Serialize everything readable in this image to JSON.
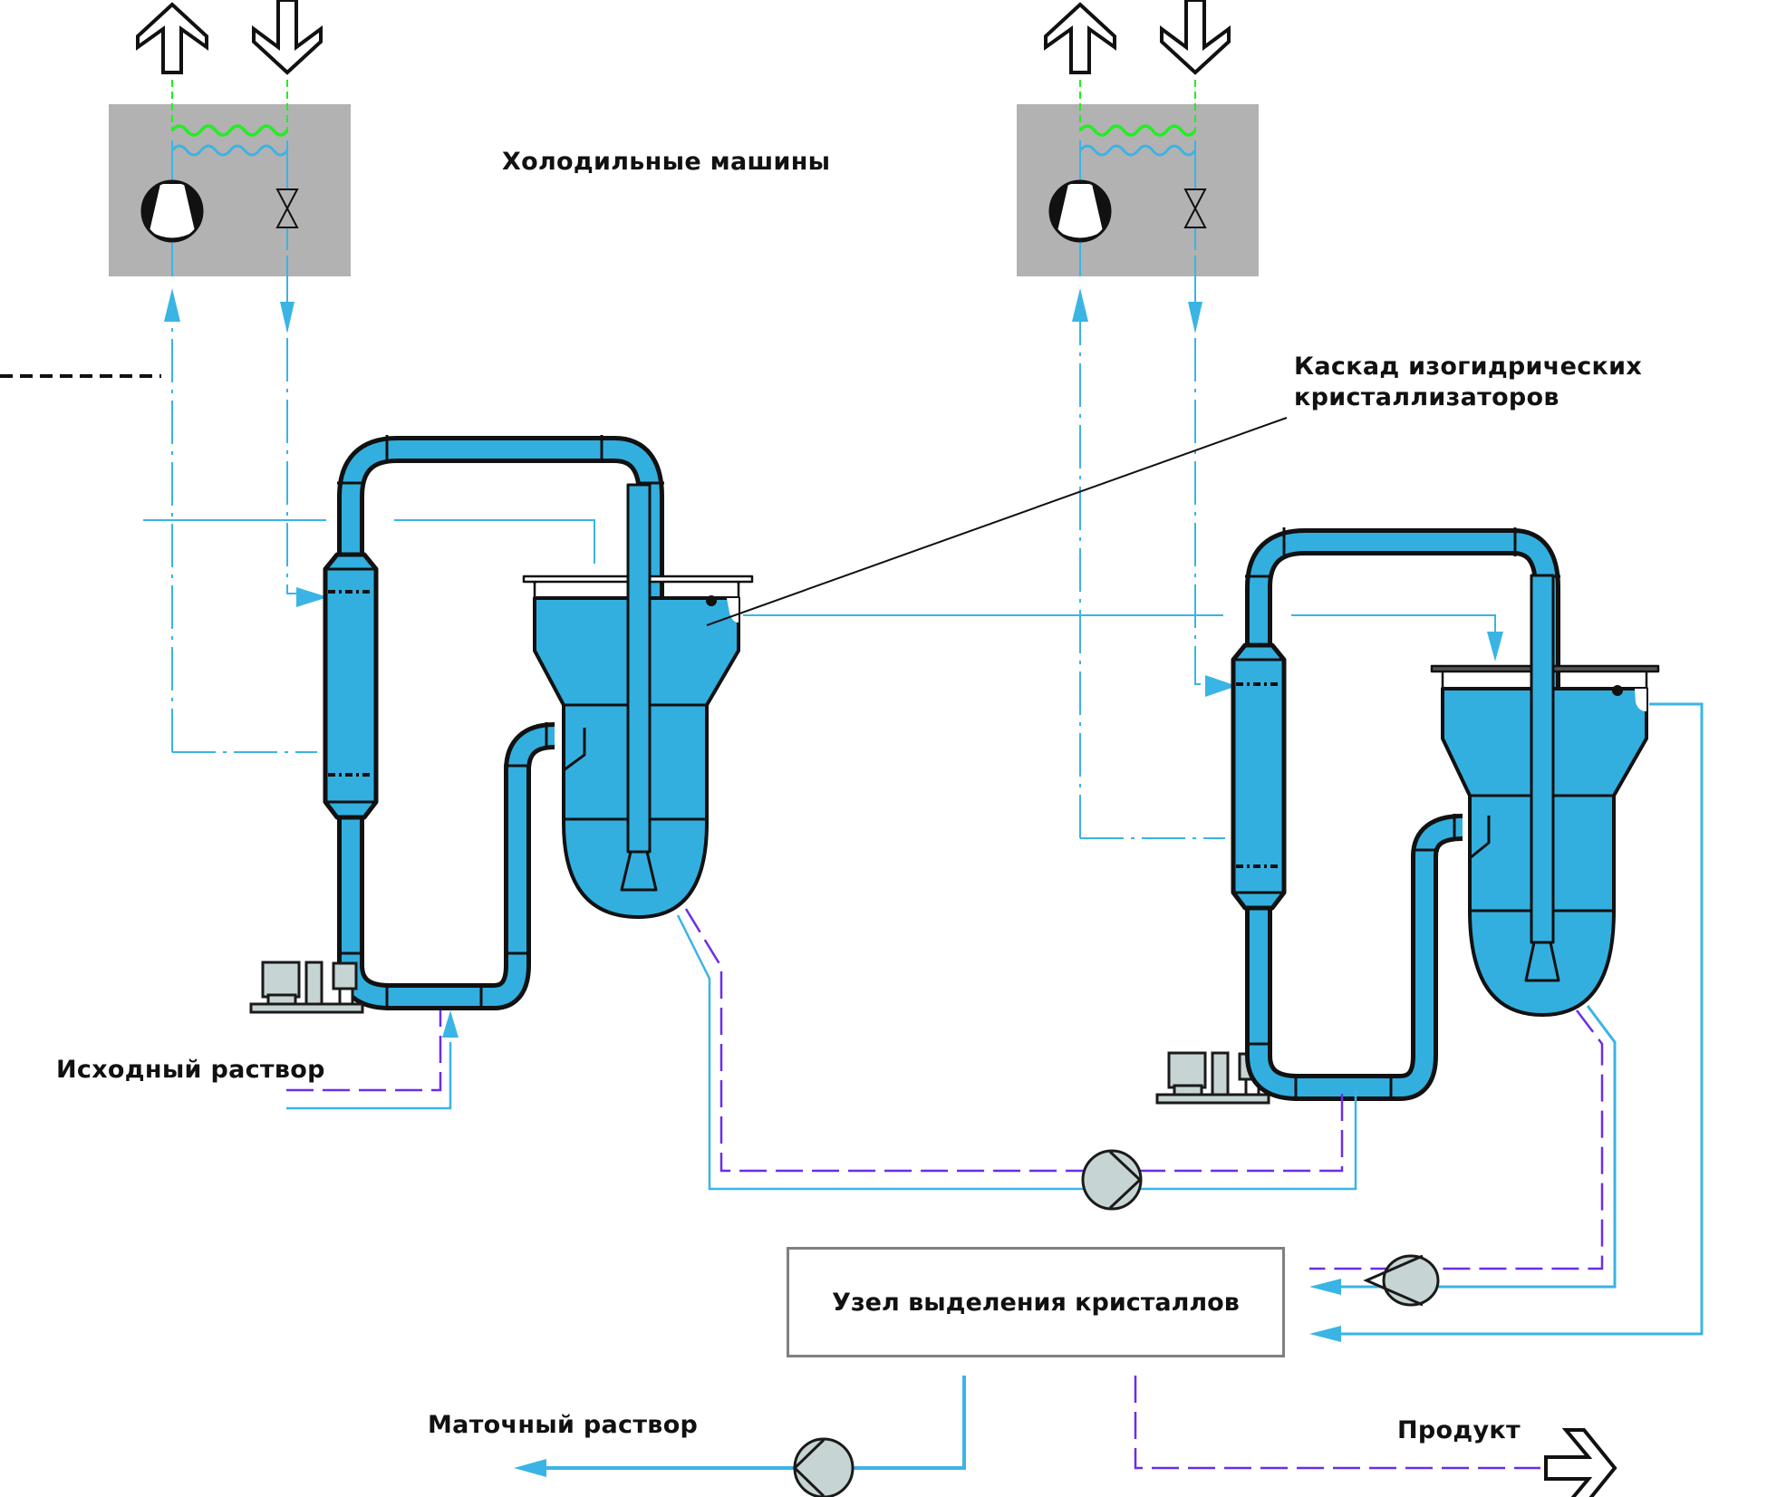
{
  "labels": {
    "refrigeration_machines": "Холодильные машины",
    "crystallizer_cascade_line1": "Каскад изогидрических",
    "crystallizer_cascade_line2": "кристаллизаторов",
    "feed_solution": "Исходный раствор",
    "crystal_separation_unit": "Узел выделения кристаллов",
    "mother_liquor": "Маточный раствор",
    "product": "Продукт"
  },
  "colors": {
    "process_fluid": "#33afdf",
    "outline": "#111111",
    "unit_box": "#b2b2b2",
    "coolant_line": "#3ab4e4",
    "suspension_line": "#6a2ee8",
    "water_line": "#22ee22",
    "pump_fill": "#c7d4d4",
    "node_border": "#808080"
  },
  "legend_icons": {
    "compressor": "compressor-icon",
    "expansion_valve": "expansion-valve-icon",
    "pump": "centrifugal-pump-icon",
    "motor_pump": "motor-pump-icon",
    "heat_exchanger": "shell-tube-heat-exchanger-icon",
    "crystallizer": "crystallizer-vessel-icon"
  }
}
